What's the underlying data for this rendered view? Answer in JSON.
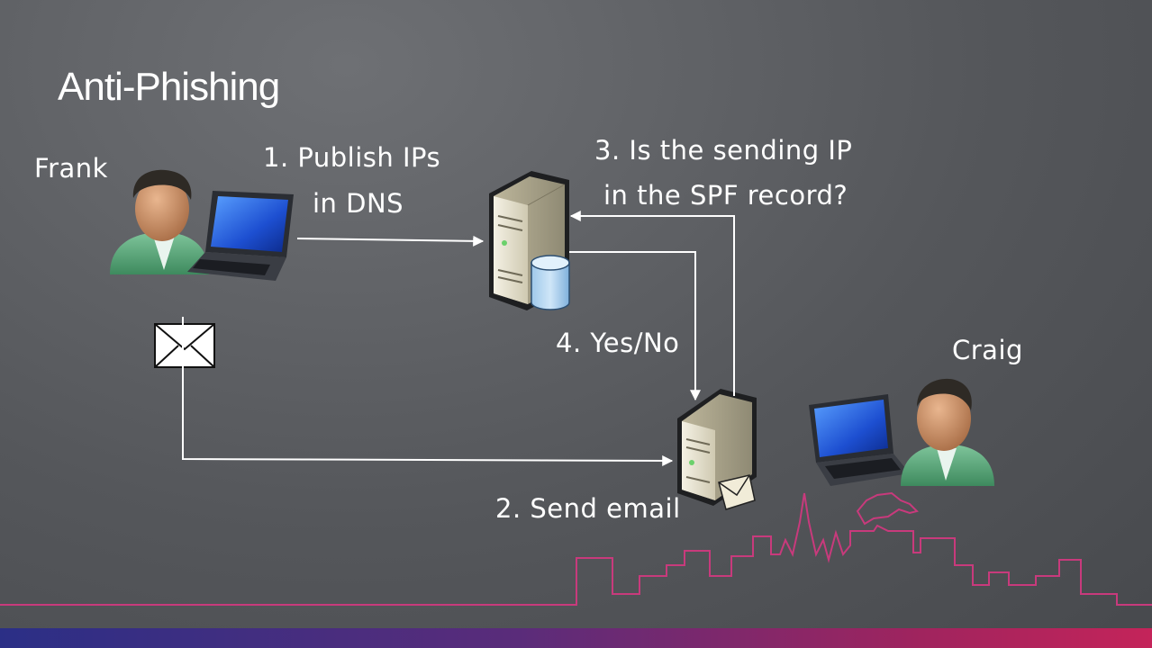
{
  "slide": {
    "title": "Anti-Phishing"
  },
  "people": {
    "sender": "Frank",
    "recipient": "Craig"
  },
  "steps": {
    "step1_line1": "1. Publish IPs",
    "step1_line2": "in DNS",
    "step2": "2. Send email",
    "step3_line1": "3. Is the sending IP",
    "step3_line2": "in the SPF record?",
    "step4": "4. Yes/No"
  },
  "colors": {
    "skyline": "#c83a7c",
    "arrow": "#ffffff"
  }
}
